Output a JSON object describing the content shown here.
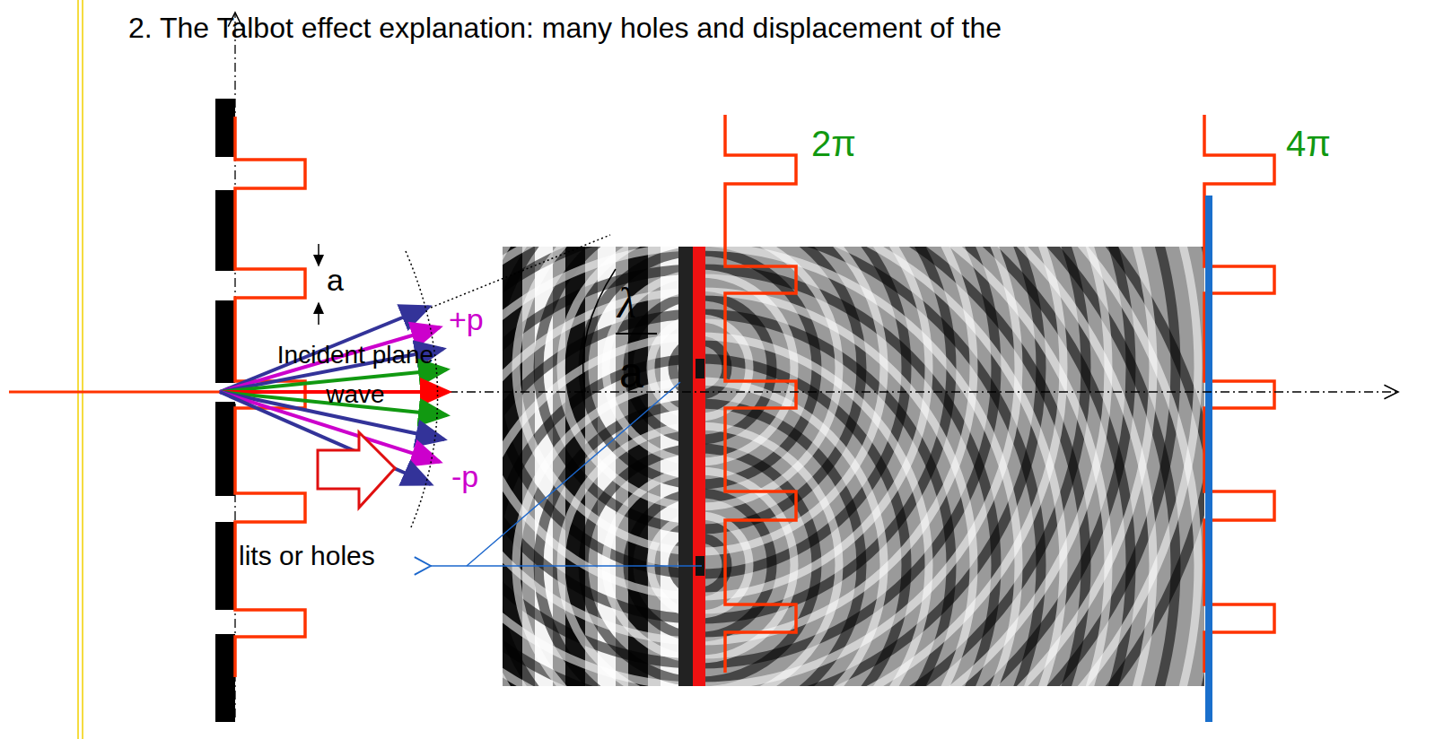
{
  "diagram": {
    "title": "2. The Talbot effect explanation: many holes and displacement of the",
    "labels": [
      "a",
      "+p",
      "Incident plane wave",
      "-p",
      "lits or holes",
      "λ",
      "a",
      "2π",
      "4π"
    ]
  }
}
